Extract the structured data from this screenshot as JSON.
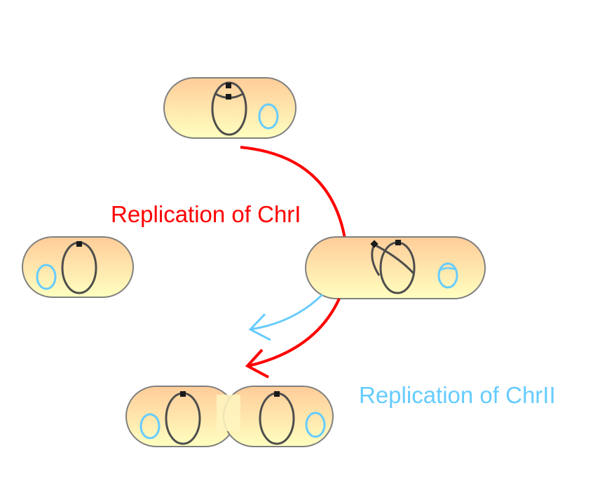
{
  "diagram": {
    "title": "Bacterial cell cycle: replication of two chromosomes",
    "colors": {
      "chr1_arrow": "#ff0000",
      "chr2_arrow": "#66ccff",
      "chr1_loop": "#4d4d4d",
      "chr2_loop": "#66ccff",
      "cell_top": "#ffcc99",
      "cell_bottom": "#ffffc0",
      "cell_border": "#808080",
      "origin_marker": "#1a1a1a"
    },
    "labels": {
      "chr1": "Replication of ChrI",
      "chr2": "Replication of ChrII"
    },
    "cells": [
      {
        "id": "cell-initial",
        "stage": "ChrI replication starting (two origins at top)"
      },
      {
        "id": "cell-chr1-replicating",
        "stage": "ChrI mid-replication, ChrII starting"
      },
      {
        "id": "cell-dividing",
        "stage": "Two daughter cells dividing"
      },
      {
        "id": "cell-newborn",
        "stage": "Newborn cell with one ChrI and one ChrII"
      }
    ]
  }
}
